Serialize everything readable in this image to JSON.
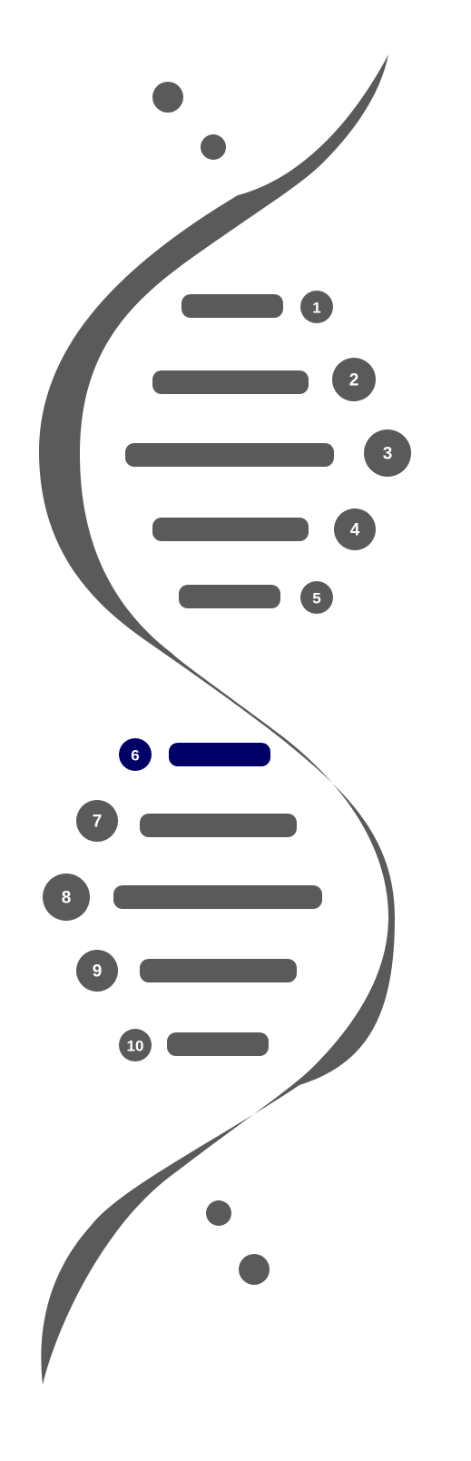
{
  "colors": {
    "helix": "#5a5a5a",
    "highlight": "#000066",
    "label_text": "#ffffff",
    "background": "#ffffff"
  },
  "rungs": [
    {
      "label": "1",
      "highlighted": false
    },
    {
      "label": "2",
      "highlighted": false
    },
    {
      "label": "3",
      "highlighted": false
    },
    {
      "label": "4",
      "highlighted": false
    },
    {
      "label": "5",
      "highlighted": false
    },
    {
      "label": "6",
      "highlighted": true
    },
    {
      "label": "7",
      "highlighted": false
    },
    {
      "label": "8",
      "highlighted": false
    },
    {
      "label": "9",
      "highlighted": false
    },
    {
      "label": "10",
      "highlighted": false
    }
  ]
}
